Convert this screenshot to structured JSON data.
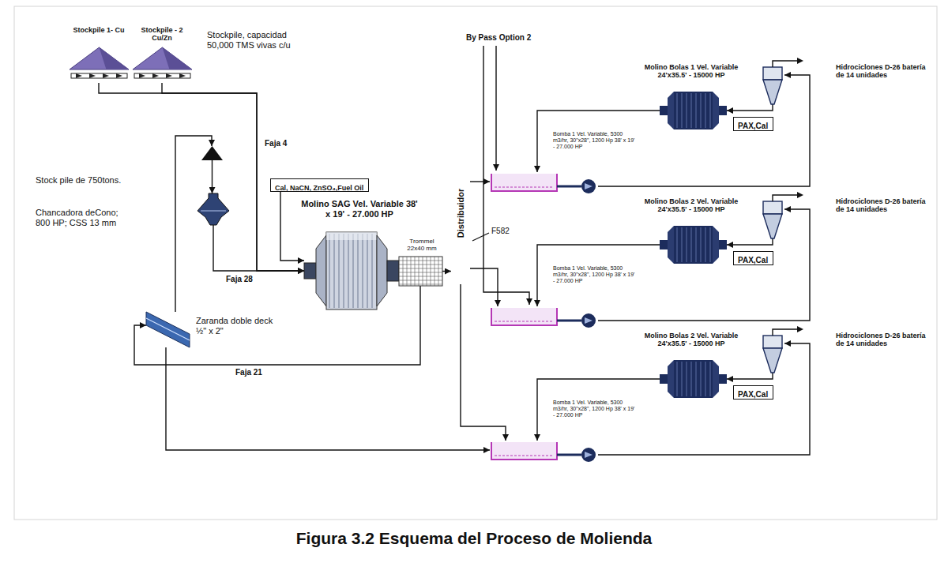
{
  "diagram": {
    "caption": "Figura 3.2 Esquema del Proceso de Molienda",
    "nodes": [
      {
        "text": [
          "Stockpile 1- Cu"
        ]
      },
      {
        "text": [
          "Stockpile - 2 Cu/Zn"
        ]
      },
      {
        "text": [
          "Stock pile de 750tons."
        ]
      },
      {
        "text": [
          "Chancadora deCono; 800 HP; CSS 13 mm"
        ]
      },
      {
        "text": [
          "Cal, NaCN, ZnSO₄,Fuel Oil"
        ]
      },
      {
        "text": [
          "Molino SAG Vel. Variable 38' x 19' - 27.000 HP"
        ]
      },
      {
        "text": [
          "Trommel 22x40 mm"
        ]
      },
      {
        "text": [
          "Zaranda doble deck ½\" x 2\""
        ]
      },
      {
        "text": [
          "Distribuidor"
        ]
      },
      {
        "text": [
          "Bomba 1 Vel. Variable, 5300 m3/hr, 30\"x28\", 1200 Hp 38' x 19' - 27.000 HP"
        ]
      },
      {
        "text": [
          "Molino Bolas 1 Vel. Variable 24'x35.5' - 15000 HP"
        ]
      },
      {
        "text": [
          "PAX,Cal"
        ]
      },
      {
        "text": [
          "Hidrociclones D-26 batería de 14 unidades"
        ]
      },
      {
        "text": [
          "Bomba 1 Vel. Variable, 5300 m3/hr, 30\"x28\", 1200 Hp 38' x 19' - 27.000 HP"
        ]
      },
      {
        "text": [
          "Molino Bolas 2 Vel. Variable 24'x35.5' - 15000 HP"
        ]
      },
      {
        "text": [
          "PAX,Cal"
        ]
      },
      {
        "text": [
          "Hidrociclones D-26 batería de 14 unidades"
        ]
      },
      {
        "text": [
          "Bomba 1 Vel. Variable, 5300 m3/hr, 30\"x28\", 1200 Hp 38' x 19' - 27.000 HP"
        ]
      },
      {
        "text": [
          "Molino Bolas 2 Vel. Variable 24'x35.5' - 15000 HP"
        ]
      },
      {
        "text": [
          "PAX,Cal"
        ]
      },
      {
        "text": [
          "Hidrociclones D-26 batería de 14 unidades"
        ]
      }
    ],
    "edges": [
      {
        "from": 0,
        "to": 5,
        "arrow": "to",
        "label": "Faja 4"
      },
      {
        "from": 1,
        "to": 5,
        "arrow": "to"
      },
      {
        "from": 2,
        "to": 3,
        "arrow": "to"
      },
      {
        "from": 3,
        "to": 5,
        "arrow": "to",
        "label": "Faja 28"
      },
      {
        "from": 4,
        "to": 5,
        "arrow": "to"
      },
      {
        "from": 6,
        "to": 8,
        "arrow": "to"
      },
      {
        "from": 6,
        "to": 7,
        "arrow": "to",
        "label": "Faja 21"
      },
      {
        "from": 7,
        "to": 2,
        "arrow": "to"
      },
      {
        "from": 7,
        "to": 17,
        "arrow": "to"
      },
      {
        "from": 8,
        "to": 9,
        "arrow": "to"
      },
      {
        "from": 8,
        "to": 13,
        "arrow": "to"
      },
      {
        "from": 8,
        "to": 17,
        "arrow": "to"
      },
      {
        "from": 9,
        "to": 12,
        "arrow": "to"
      },
      {
        "from": 12,
        "to": 10,
        "arrow": "to"
      },
      {
        "from": 10,
        "to": 9,
        "arrow": "to"
      },
      {
        "from": 13,
        "to": 16,
        "arrow": "to"
      },
      {
        "from": 16,
        "to": 14,
        "arrow": "to"
      },
      {
        "from": 14,
        "to": 13,
        "arrow": "to"
      },
      {
        "from": 17,
        "to": 20,
        "arrow": "to"
      },
      {
        "from": 20,
        "to": 18,
        "arrow": "to"
      },
      {
        "from": 18,
        "to": 17,
        "arrow": "to"
      }
    ],
    "labels": [
      "Stockpile, capacidad 50,000 TMS vivas c/u",
      "By Pass Option 2",
      "F582"
    ]
  }
}
